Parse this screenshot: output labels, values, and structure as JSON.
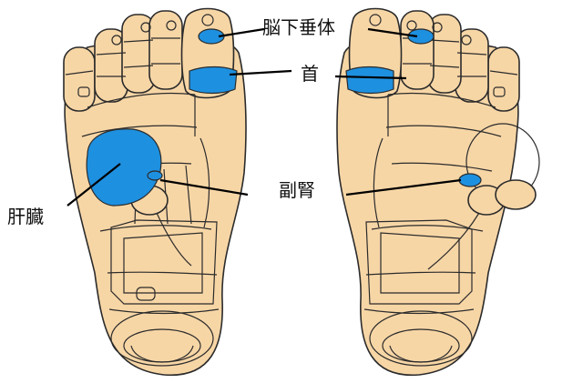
{
  "labels": {
    "pituitary": "脳下垂体",
    "neck": "首",
    "adrenal": "副腎",
    "liver": "肝臓"
  },
  "colors": {
    "skin": "#f7d6a6",
    "outline": "#2b2b2b",
    "highlight": "#1e90e0",
    "background": "#ffffff"
  }
}
